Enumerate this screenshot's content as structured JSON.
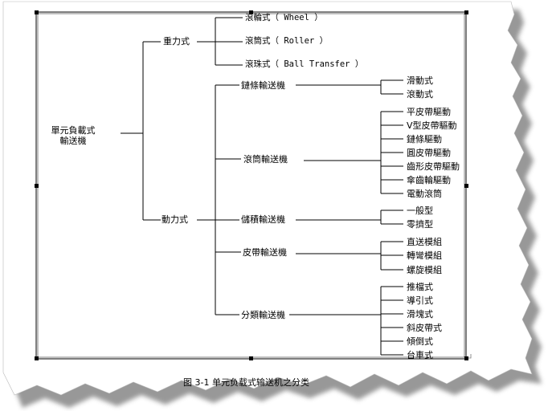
{
  "diagram": {
    "root": "單元負載式\n輸送機",
    "gravity": {
      "label": "重力式",
      "children": [
        "滾輪式（ Wheel ）",
        "滾筒式（ Roller ）",
        "滾珠式（ Ball Transfer ）"
      ]
    },
    "powered": {
      "label": "動力式",
      "groups": [
        {
          "label": "鏈條輸送機",
          "children": [
            "滑動式",
            "滾動式"
          ]
        },
        {
          "label": "滾筒輸送機",
          "children": [
            "平皮帶驅動",
            "V型皮帶驅動",
            "鏈條驅動",
            "圓皮帶驅動",
            "齒形皮帶驅動",
            "傘齒輪驅動",
            "電動滾筒"
          ]
        },
        {
          "label": "儲積輸送機",
          "children": [
            "一般型",
            "零擠型"
          ]
        },
        {
          "label": "皮帶輸送機",
          "children": [
            "直送模組",
            "轉彎模組",
            "螺旋模組"
          ]
        },
        {
          "label": "分類輸送機",
          "children": [
            "推檔式",
            "導引式",
            "滑塊式",
            "斜皮帶式",
            "傾倒式",
            "台車式"
          ]
        }
      ]
    }
  },
  "caption": "图 3-1 单元负载式输送机之分类"
}
